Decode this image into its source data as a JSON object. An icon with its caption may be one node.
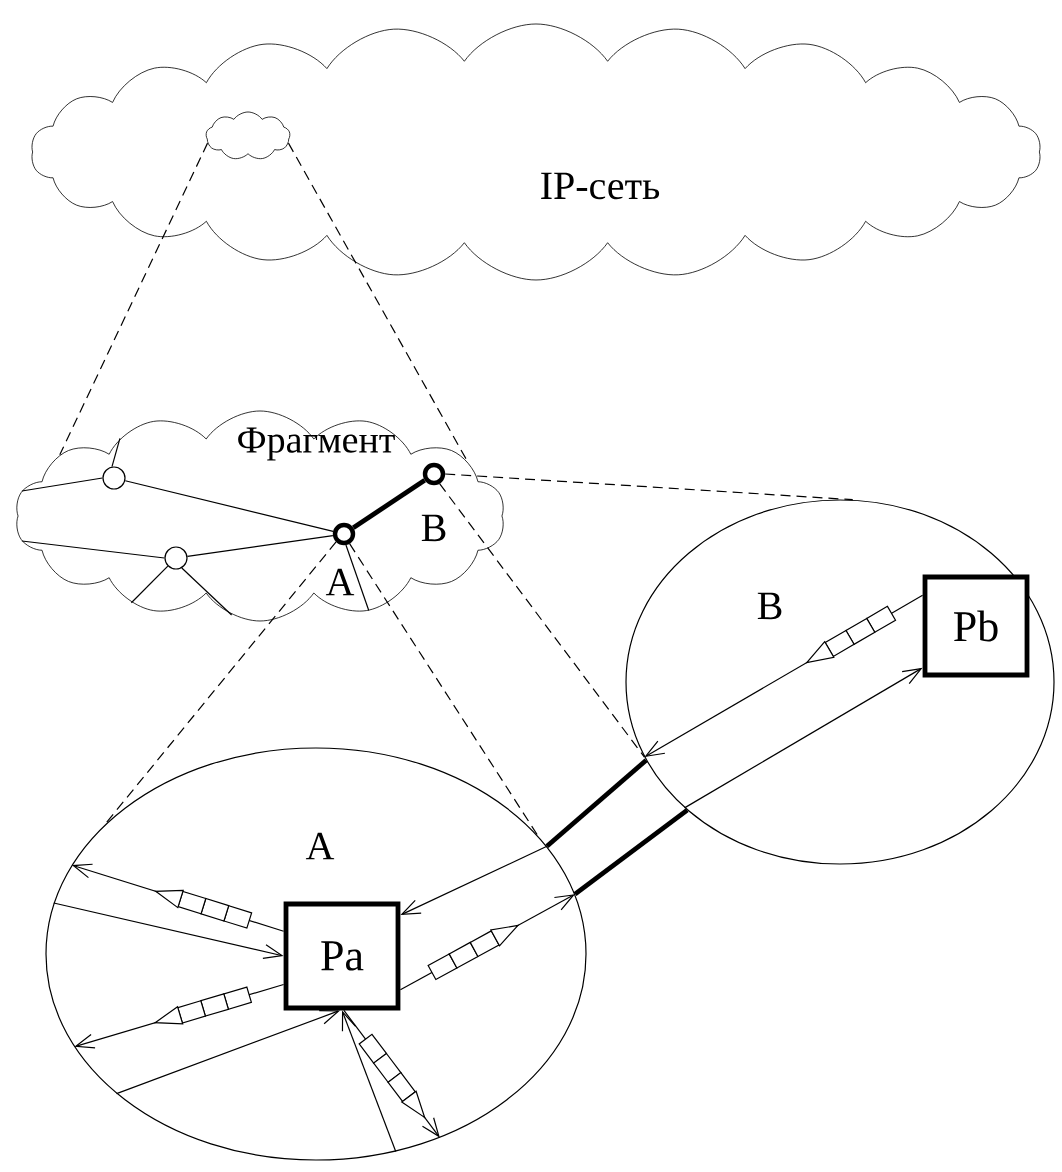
{
  "diagram": {
    "nodes": [
      {
        "text": [
          "IP-сеть"
        ]
      },
      {
        "text": [],
        "shape": "cloud",
        "in": 0
      },
      {
        "text": [
          "Фрагмент"
        ]
      },
      {
        "text": [],
        "shape": "circle",
        "in": 2,
        "beside": [
          "A"
        ]
      },
      {
        "text": [],
        "shape": "circle",
        "in": 2,
        "beside": [
          "B"
        ]
      },
      {
        "text": [],
        "shape": "circle",
        "in": 2
      },
      {
        "text": [],
        "shape": "circle",
        "in": 2
      },
      {
        "text": [
          "A"
        ]
      },
      {
        "text": [
          "Pa"
        ],
        "in": 7
      },
      {
        "text": [
          "B"
        ]
      },
      {
        "text": [
          "Pb"
        ],
        "in": 9
      }
    ],
    "edges": [
      {
        "from": 1,
        "to": 2,
        "arrow": "none",
        "style": "dashed"
      },
      {
        "from": 1,
        "to": 2,
        "arrow": "none",
        "style": "dashed"
      },
      {
        "from": 3,
        "to": 7,
        "arrow": "none",
        "style": "dashed"
      },
      {
        "from": 3,
        "to": 7,
        "arrow": "none",
        "style": "dashed"
      },
      {
        "from": 4,
        "to": 9,
        "arrow": "none",
        "style": "dashed"
      },
      {
        "from": 4,
        "to": 9,
        "arrow": "none",
        "style": "dashed"
      },
      {
        "from": 3,
        "to": 4,
        "arrow": "none",
        "style": "thick"
      },
      {
        "from": 5,
        "to": 2,
        "arrow": "none"
      },
      {
        "from": 5,
        "to": 2,
        "arrow": "none"
      },
      {
        "from": 5,
        "to": 3,
        "arrow": "none"
      },
      {
        "from": 6,
        "to": 2,
        "arrow": "none"
      },
      {
        "from": 6,
        "to": 2,
        "arrow": "none"
      },
      {
        "from": 6,
        "to": 2,
        "arrow": "none"
      },
      {
        "from": 6,
        "to": 3,
        "arrow": "none"
      },
      {
        "from": 3,
        "to": 2,
        "arrow": "none"
      },
      {
        "from": 7,
        "to": 9,
        "arrow": "none",
        "style": "thick"
      },
      {
        "from": 7,
        "to": 9,
        "arrow": "none",
        "style": "thick"
      },
      {
        "from": 8,
        "to": 7,
        "arrow": "to"
      },
      {
        "from": 7,
        "to": 8,
        "arrow": "to"
      },
      {
        "from": 8,
        "to": 7,
        "arrow": "to"
      },
      {
        "from": 7,
        "to": 8,
        "arrow": "to"
      },
      {
        "from": 8,
        "to": 7,
        "arrow": "to"
      },
      {
        "from": 7,
        "to": 8,
        "arrow": "to"
      },
      {
        "from": 7,
        "to": 8,
        "arrow": "to"
      },
      {
        "from": 8,
        "to": 7,
        "arrow": "to"
      },
      {
        "from": 10,
        "to": 9,
        "arrow": "to"
      },
      {
        "from": 9,
        "to": 10,
        "arrow": "to"
      }
    ]
  }
}
